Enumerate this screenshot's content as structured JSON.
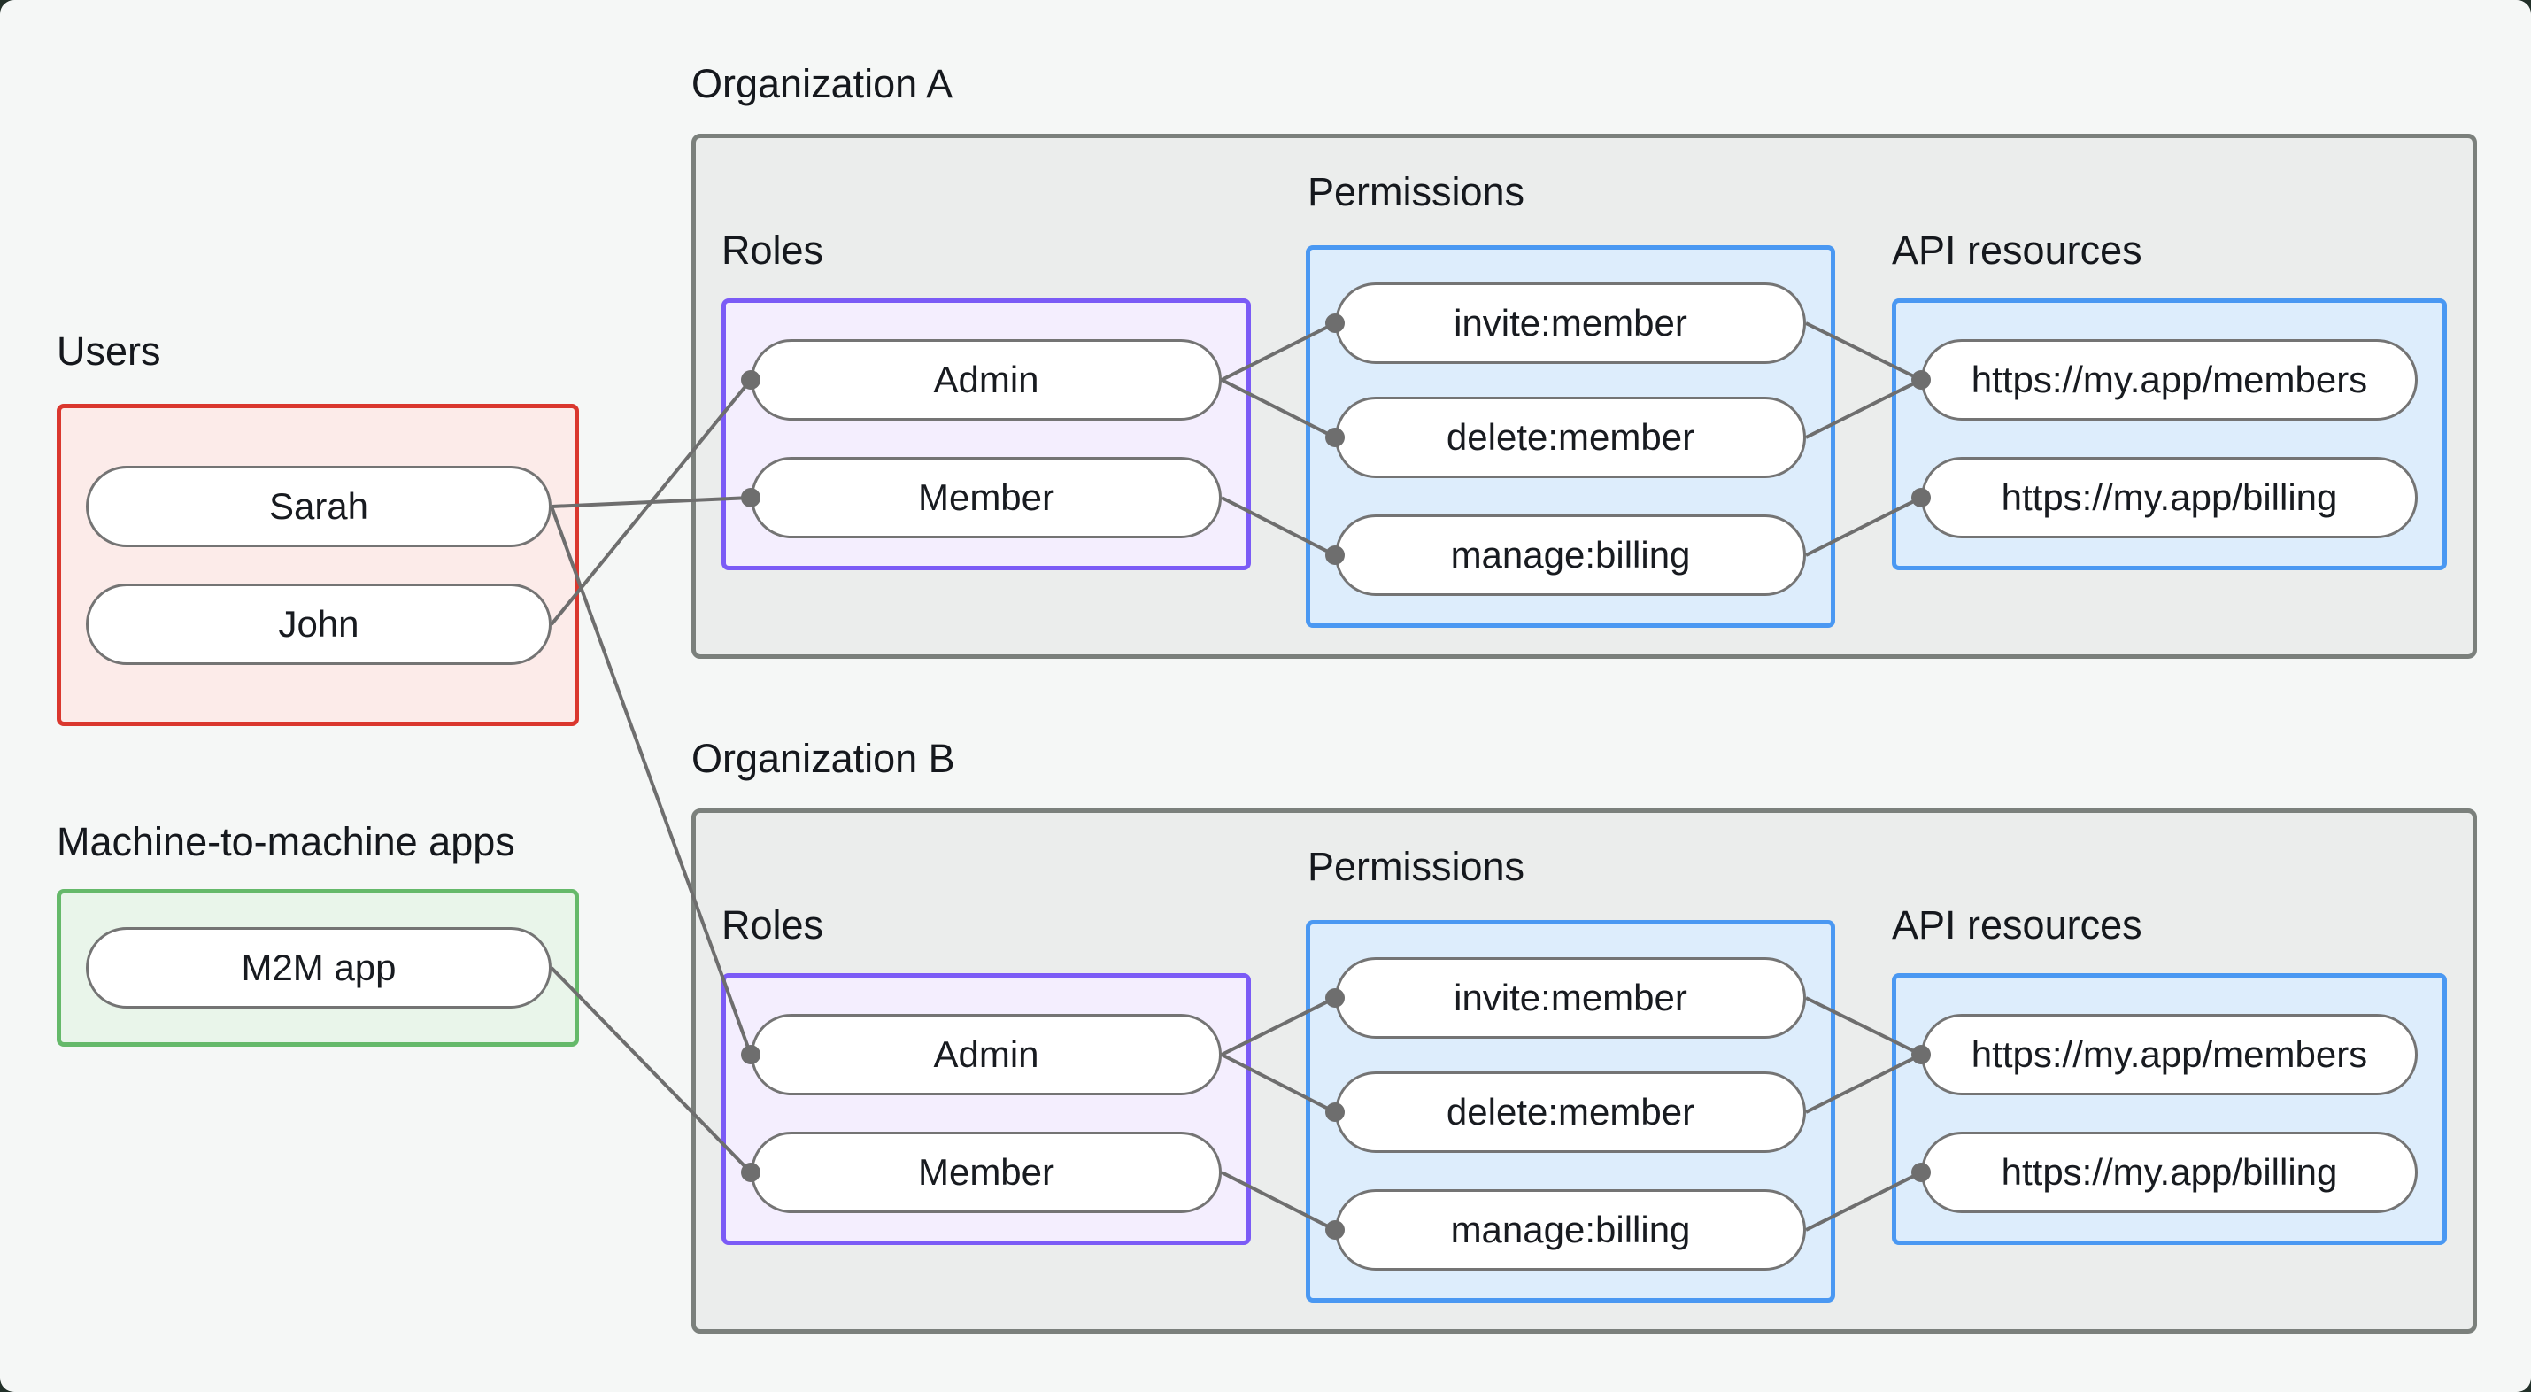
{
  "window": {
    "background": "#223029",
    "canvas_background": "#f5f7f6"
  },
  "palette": {
    "org_box_fill": "#ebedec",
    "org_box_border": "#7b807c",
    "users_box_fill": "#fcebe9",
    "users_box_border": "#da372e",
    "m2m_box_fill": "#e9f5ea",
    "m2m_box_border": "#65b96a",
    "roles_box_fill": "#f4eefe",
    "roles_box_border": "#7b5bf6",
    "permissions_box_fill": "#ddedfc",
    "permissions_box_border": "#4a98f2",
    "node_fill": "#ffffff",
    "node_border": "#747474",
    "edge_color": "#6e6e6e",
    "text_color": "#15181d"
  },
  "users_group": {
    "title": "Users",
    "nodes": [
      {
        "label": "Sarah"
      },
      {
        "label": "John"
      }
    ]
  },
  "m2m_group": {
    "title": "Machine-to-machine apps",
    "nodes": [
      {
        "label": "M2M app"
      }
    ]
  },
  "orgs": [
    {
      "title": "Organization A",
      "roles": {
        "title": "Roles",
        "nodes": [
          {
            "label": "Admin"
          },
          {
            "label": "Member"
          }
        ]
      },
      "permissions": {
        "title": "Permissions",
        "nodes": [
          {
            "label": "invite:member"
          },
          {
            "label": "delete:member"
          },
          {
            "label": "manage:billing"
          }
        ]
      },
      "api_resources": {
        "title": "API resources",
        "nodes": [
          {
            "label": "https://my.app/members"
          },
          {
            "label": "https://my.app/billing"
          }
        ]
      }
    },
    {
      "title": "Organization B",
      "roles": {
        "title": "Roles",
        "nodes": [
          {
            "label": "Admin"
          },
          {
            "label": "Member"
          }
        ]
      },
      "permissions": {
        "title": "Permissions",
        "nodes": [
          {
            "label": "invite:member"
          },
          {
            "label": "delete:member"
          },
          {
            "label": "manage:billing"
          }
        ]
      },
      "api_resources": {
        "title": "API resources",
        "nodes": [
          {
            "label": "https://my.app/members"
          },
          {
            "label": "https://my.app/billing"
          }
        ]
      }
    }
  ],
  "edges": [
    {
      "from": "Sarah",
      "to": "Organization A / Member"
    },
    {
      "from": "John",
      "to": "Organization A / Admin"
    },
    {
      "from": "Sarah",
      "to": "Organization B / Admin"
    },
    {
      "from": "M2M app",
      "to": "Organization B / Member"
    },
    {
      "from": "Organization A / Admin",
      "to": "Organization A / invite:member"
    },
    {
      "from": "Organization A / Admin",
      "to": "Organization A / delete:member"
    },
    {
      "from": "Organization A / Member",
      "to": "Organization A / manage:billing"
    },
    {
      "from": "Organization A / invite:member",
      "to": "Organization A / https://my.app/members"
    },
    {
      "from": "Organization A / delete:member",
      "to": "Organization A / https://my.app/members"
    },
    {
      "from": "Organization A / manage:billing",
      "to": "Organization A / https://my.app/billing"
    },
    {
      "from": "Organization B / Admin",
      "to": "Organization B / invite:member"
    },
    {
      "from": "Organization B / Admin",
      "to": "Organization B / delete:member"
    },
    {
      "from": "Organization B / Member",
      "to": "Organization B / manage:billing"
    },
    {
      "from": "Organization B / invite:member",
      "to": "Organization B / https://my.app/members"
    },
    {
      "from": "Organization B / delete:member",
      "to": "Organization B / https://my.app/members"
    },
    {
      "from": "Organization B / manage:billing",
      "to": "Organization B / https://my.app/billing"
    }
  ]
}
